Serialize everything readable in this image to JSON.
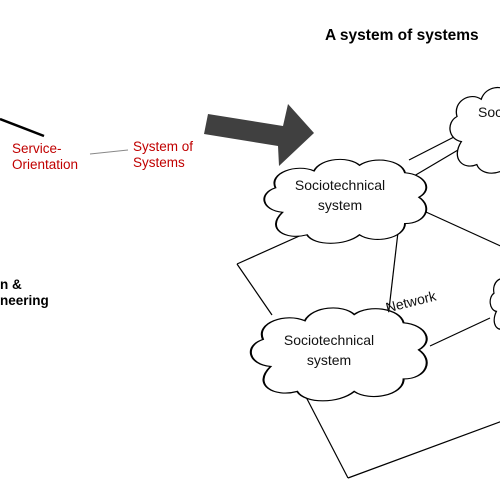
{
  "title": "A system of systems",
  "left_panel": {
    "service_orientation": "Service-\nOrientation",
    "system_of_systems": "System of\nSystems",
    "cut_label": "n &\nneering"
  },
  "network": {
    "clouds": [
      {
        "label": "Sociotechnical\nsystem"
      },
      {
        "label": "Sociotechnical\nsystem"
      },
      {
        "label": "Soc"
      }
    ],
    "network_label": "Network"
  },
  "colors": {
    "accent": "#c00000",
    "arrow": "#404040",
    "line": "#000000"
  }
}
